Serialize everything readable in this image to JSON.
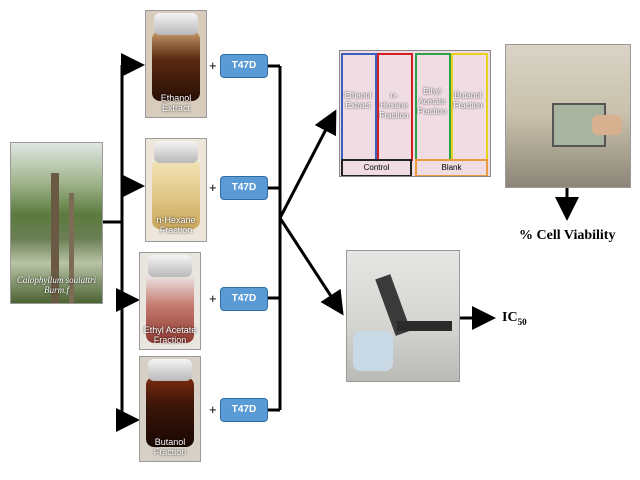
{
  "source": {
    "label": "Calophyllum soulattri Burm.f"
  },
  "fractions": [
    {
      "label": "Ethanol Extract",
      "glass": "#5a2a12"
    },
    {
      "label": "n-Hexane Fraction",
      "glass": "#e3c98a"
    },
    {
      "label": "Ethyl Acetate Fraction",
      "glass": "#a8524a"
    },
    {
      "label": "Butanol Fraction",
      "glass": "#3b1508"
    }
  ],
  "cell_line": "T47D",
  "plate": {
    "columns": [
      {
        "label": "Ethanol Extract",
        "color": "#3a5fbf"
      },
      {
        "label": "n-Hexane Fraction",
        "color": "#d02020"
      },
      {
        "label": "Ethyl Acetate Fraction",
        "color": "#2ea04a"
      },
      {
        "label": "Butanol Fraction",
        "color": "#e6d21e"
      }
    ],
    "control_label": "Control",
    "blank_label": "Blank",
    "control_color": "#222222",
    "blank_color": "#e89a3c"
  },
  "outputs": {
    "viability": "% Cell Viability",
    "ic50_main": "IC",
    "ic50_sub": "50"
  },
  "colors": {
    "arrow": "#000000",
    "t47d": "#5b9bd5"
  }
}
